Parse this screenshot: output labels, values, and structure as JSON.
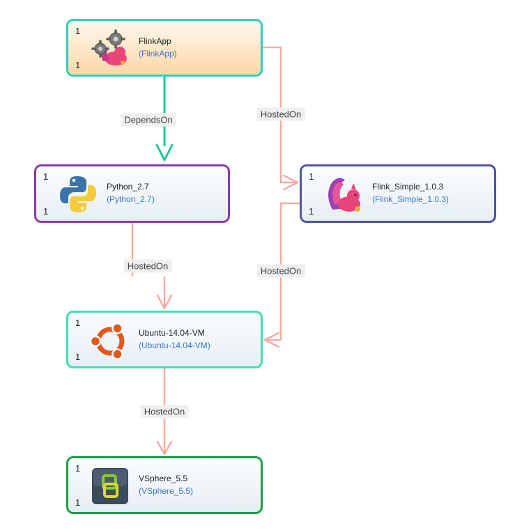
{
  "nodes": {
    "flinkapp": {
      "name": "FlinkApp",
      "type": "(FlinkApp)",
      "count_top": "1",
      "count_bottom": "1",
      "icon": "gears-squirrel-icon"
    },
    "python": {
      "name": "Python_2.7",
      "type": "(Python_2.7)",
      "count_top": "1",
      "count_bottom": "1",
      "icon": "python-logo-icon"
    },
    "flink": {
      "name": "Flink_Simple_1.0.3",
      "type": "(Flink_Simple_1.0.3)",
      "count_top": "1",
      "count_bottom": "1",
      "icon": "flink-squirrel-icon"
    },
    "ubuntu": {
      "name": "Ubuntu-14.04-VM",
      "type": "(Ubuntu-14.04-VM)",
      "count_top": "1",
      "count_bottom": "1",
      "icon": "ubuntu-logo-icon"
    },
    "vsphere": {
      "name": "VSphere_5.5",
      "type": "(VSphere_5.5)",
      "count_top": "1",
      "count_bottom": "1",
      "icon": "vsphere-logo-icon"
    }
  },
  "edges": [
    {
      "from": "FlinkApp",
      "to": "Python_2.7",
      "label": "DependsOn"
    },
    {
      "from": "FlinkApp",
      "to": "Flink_Simple_1.0.3",
      "label": "HostedOn"
    },
    {
      "from": "Python_2.7",
      "to": "Ubuntu-14.04-VM",
      "label": "HostedOn"
    },
    {
      "from": "Flink_Simple_1.0.3",
      "to": "Ubuntu-14.04-VM",
      "label": "HostedOn"
    },
    {
      "from": "Ubuntu-14.04-VM",
      "to": "VSphere_5.5",
      "label": "HostedOn"
    }
  ],
  "colors": {
    "depends_on": "#1ec99a",
    "hosted_on": "#f6aba0",
    "flinkapp_border": "#2ccfbf",
    "python_border": "#8b3aaa",
    "flink_border": "#4f54a2",
    "ubuntu_border": "#3fe0b3",
    "vsphere_border": "#1e9e4a"
  }
}
